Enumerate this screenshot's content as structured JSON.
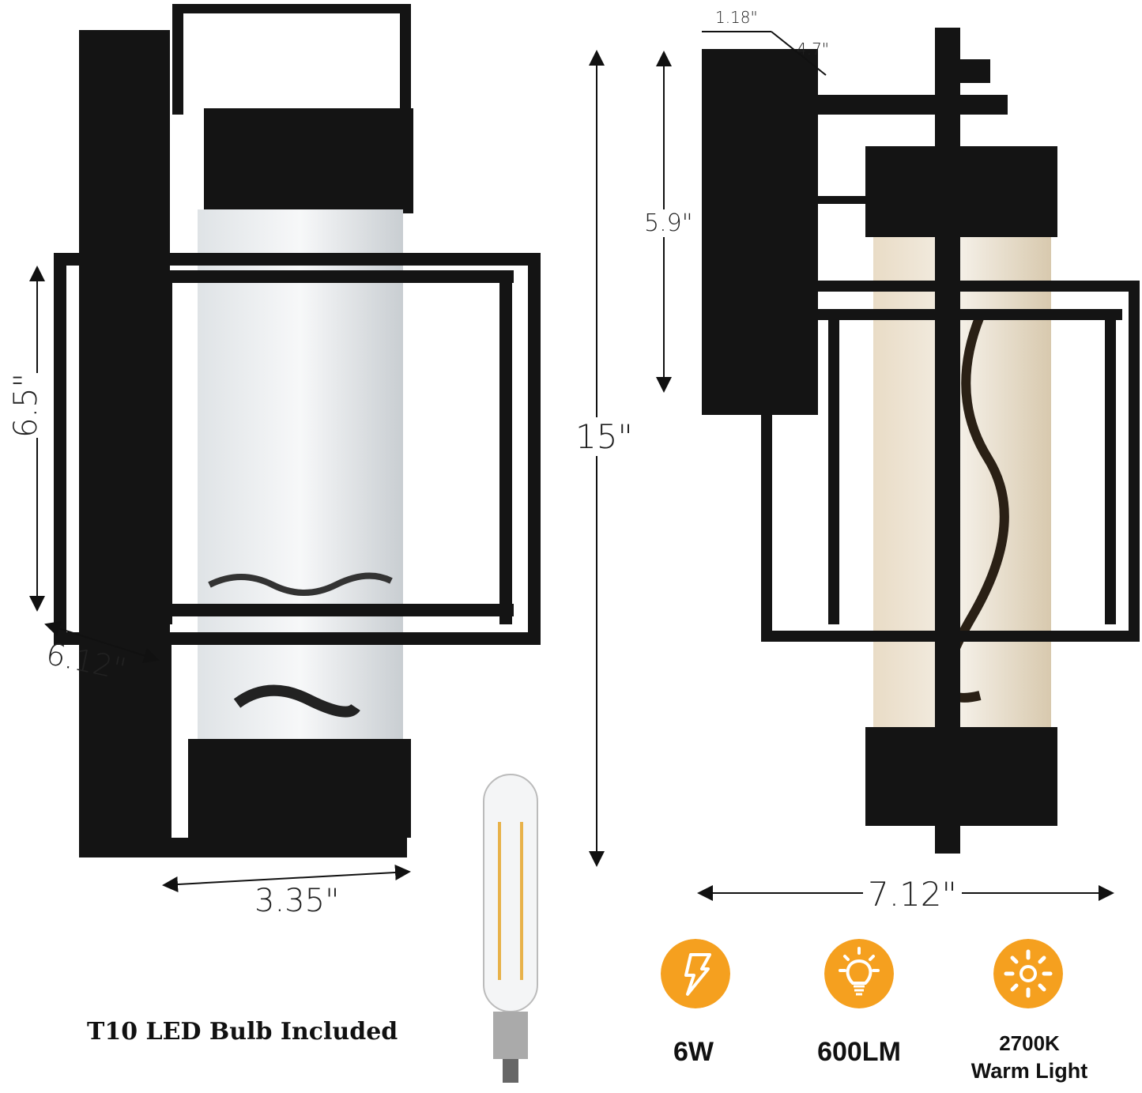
{
  "dimensions": {
    "cage_height": "6.5\"",
    "cage_depth": "6.12\"",
    "base_width": "3.35\"",
    "total_height": "15\"",
    "backplate_height": "5.9\"",
    "backplate_depth": "1.18\"",
    "extension": "4.7\"",
    "total_width": "7.12\""
  },
  "bulb_caption": "T10 LED Bulb Included",
  "features": [
    {
      "icon": "lightning-icon",
      "label": "6W"
    },
    {
      "icon": "lightbulb-icon",
      "label": "600LM"
    },
    {
      "icon": "sun-icon",
      "label": "2700K",
      "sublabel": "Warm Light"
    }
  ],
  "colors": {
    "accent": "#f5a01f",
    "fixture": "#111111"
  }
}
